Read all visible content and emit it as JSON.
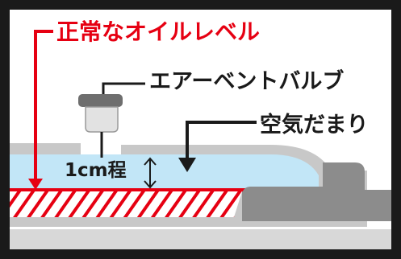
{
  "labels": {
    "normal_oil_level": "正常なオイルレベル",
    "air_vent_valve": "エアーベントバルブ",
    "air_pocket": "空気だまり",
    "depth": "1cm程"
  },
  "colors": {
    "oil_level_red": "#e60012",
    "air_blue": "#c2e6f7",
    "frame_dark": "#1a1a1a",
    "part_gray": "#8c8c8c",
    "part_light_gray": "#d8d8d8",
    "valve_dark_gray": "#6e6e6e"
  },
  "icons": {
    "depth_marker": "up-down-arrow-icon",
    "pointer": "down-arrow-icon"
  }
}
